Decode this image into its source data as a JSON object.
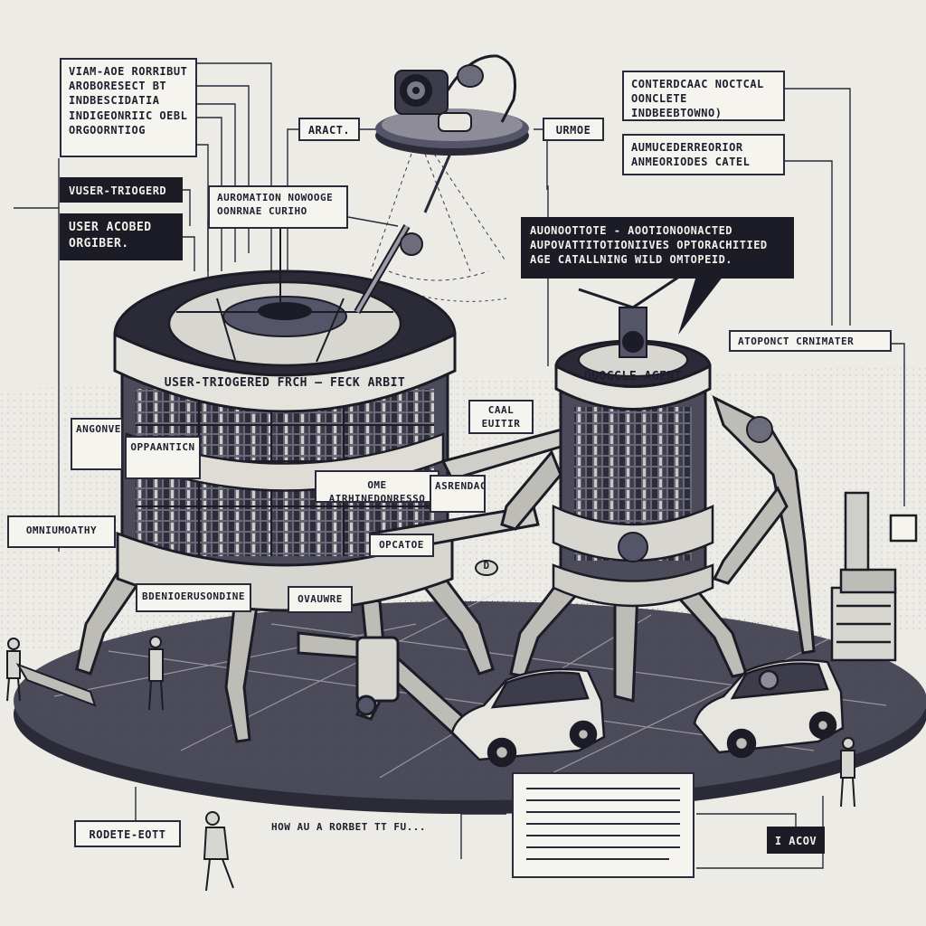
{
  "labels": {
    "top_left_box": "VIAM-AOE RORRIBUT\nAROBORESECT BT\nINDBESCIDATIA\nINDIGEONRIIC OEBL\nORGOORNTIOG",
    "arcact_tag": "ARACT.",
    "top_center_tag": "URMOE",
    "top_right_box": "CONTERDCAAC NOCTCAL\nOONCLETE INDBEEBTOWNO)",
    "right_mid_box": "AUMUCEDERREORIOR\nANMEORIODES CATEL",
    "user_triggered_tag": "VUSER-TRIOGERD",
    "user_logged_box": "USER ACOBED\nORGIBER.",
    "automation_box": "AUROMATION NOWOOGE\nOONRNAE CURIHO",
    "big_dark_box": "AUONOOTTOTE - AOOTIONOONACTED\nAUPOVATTITOTIONIIVES OPTORACHITIED\nAGE CATALLNING WILD OMTOPEID.",
    "right_badge": "ATOPONCT CRNIMATER",
    "ring_label_left": "USER-TRIOGERED FRCH – FECK ARBIT",
    "ring_label_right": "OOOGGLE AGENT",
    "arm_tag": "CAAL EUITIR",
    "side_tag_1": "ANGONVEROS",
    "side_tag_2": "OPPAANTICN",
    "left_edge_tag": "OMNIUMOATHY",
    "mid_tag_1": "OME AIRHINEDONRESSO",
    "mid_tag_2": "ASRENDACORN",
    "base_tag_1": "BDENIOERUSONDINE",
    "base_tag_2": "OVAUWRE",
    "arm_tag_2": "OPCATOE",
    "bottom_left_tag": "RODETE-EOTT",
    "bottom_caption": "HOW AU A RORBET TT FU...",
    "bottom_right_tag": "I ACOV",
    "pin_marker": "D"
  },
  "icons": {
    "left_tower": "robotic-tower-icon",
    "right_robot": "robot-agent-icon",
    "camera": "camera-drone-icon",
    "cars": "car-icon",
    "people": "person-icon"
  },
  "colors": {
    "paper": "#ecebe6",
    "ink": "#1e1e2e",
    "dark_fill": "#1c1c26",
    "platform": "#3c3c4a"
  }
}
